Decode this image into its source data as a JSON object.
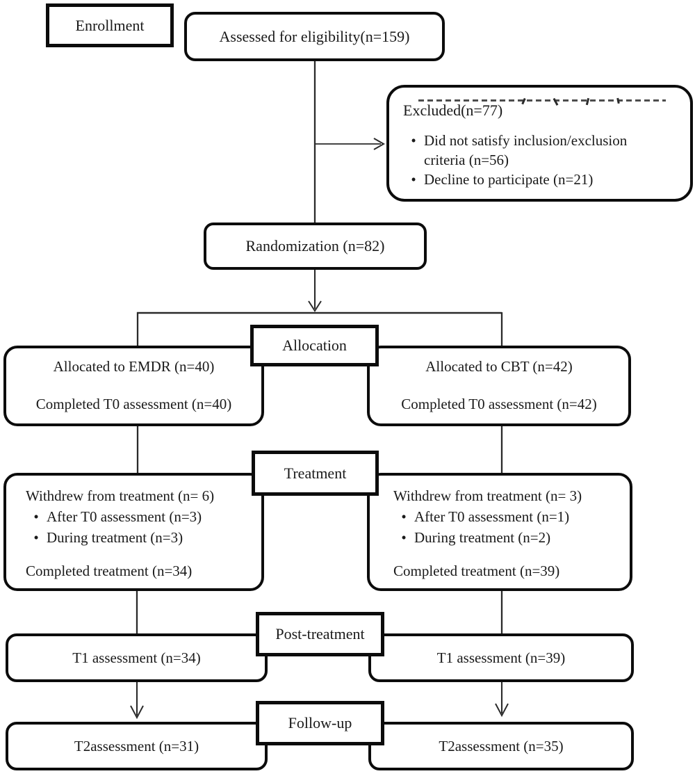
{
  "flow": {
    "enrollment_label": "Enrollment",
    "assessed": "Assessed for eligibility(n=159)",
    "excluded": {
      "title": "Excluded(n=77)",
      "bullets": [
        "Did not satisfy inclusion/exclusion criteria (n=56)",
        "Decline to participate (n=21)"
      ]
    },
    "randomization": "Randomization (n=82)",
    "allocation_label": "Allocation",
    "treatment_label": "Treatment",
    "post_treatment_label": "Post-treatment",
    "follow_up_label": "Follow-up",
    "emdr": {
      "allocated": "Allocated to EMDR (n=40)",
      "completed_t0": "Completed T0 assessment (n=40)",
      "withdrew": "Withdrew from treatment (n= 6)",
      "withdrew_bullets": [
        "After T0 assessment (n=3)",
        "During treatment (n=3)"
      ],
      "completed_treatment": "Completed treatment (n=34)",
      "t1": "T1 assessment (n=34)",
      "t2": "T2assessment (n=31)"
    },
    "cbt": {
      "allocated": "Allocated to CBT (n=42)",
      "completed_t0": "Completed T0 assessment (n=42)",
      "withdrew": "Withdrew from treatment (n= 3)",
      "withdrew_bullets": [
        "After T0 assessment (n=1)",
        "During treatment (n=2)"
      ],
      "completed_treatment": "Completed treatment (n=39)",
      "t1": "T1 assessment (n=39)",
      "t2": "T2assessment (n=35)"
    },
    "bullet_glyph": "•",
    "colors": {
      "ink": "#0c0c0c",
      "line": "#2a2a2a",
      "background": "#ffffff"
    }
  }
}
